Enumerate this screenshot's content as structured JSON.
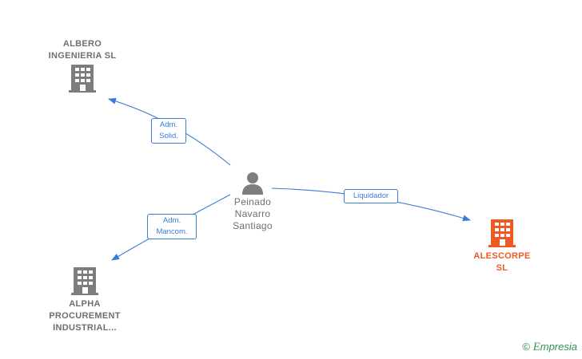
{
  "nodes": {
    "albero": {
      "label": "ALBERO\nINGENIERIA SL",
      "icon": "building-icon",
      "color": "#7d7d7d"
    },
    "alpha": {
      "label": "ALPHA\nPROCUREMENT\nINDUSTRIAL...",
      "icon": "building-icon",
      "color": "#7d7d7d"
    },
    "alescorpe": {
      "label": "ALESCORPE\nSL",
      "icon": "building-icon",
      "color": "#ee5a24"
    },
    "person": {
      "label": "Peinado\nNavarro\nSantiago",
      "icon": "person-icon",
      "color": "#7d7d7d"
    }
  },
  "edges": {
    "adm_solid": {
      "label": "Adm.\nSolid.",
      "from": "person",
      "to": "albero"
    },
    "adm_mancom": {
      "label": "Adm.\nMancom.",
      "from": "person",
      "to": "alpha"
    },
    "liquidador": {
      "label": "Liquidador",
      "from": "person",
      "to": "alescorpe"
    }
  },
  "edge_color": "#3a7bd5",
  "watermark": {
    "copyright": "©",
    "brand_initial": "E",
    "brand_rest": "mpresia"
  }
}
